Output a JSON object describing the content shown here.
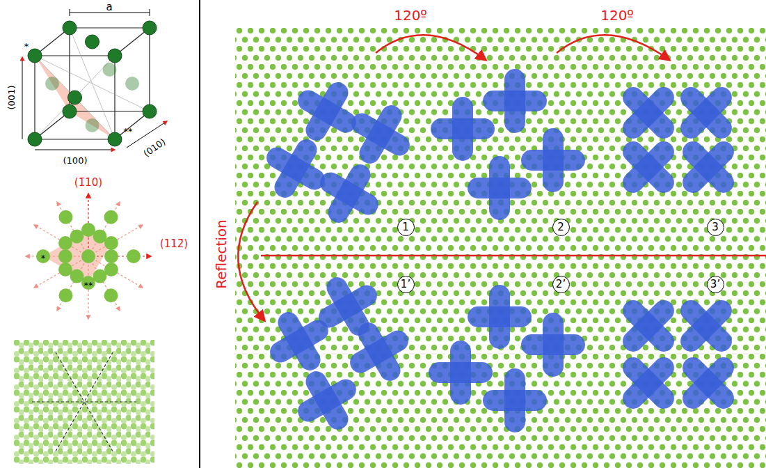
{
  "diagram": {
    "nodes": [
      {
        "text": [
          "1"
        ]
      },
      {
        "text": [
          "2"
        ]
      },
      {
        "text": [
          "3"
        ]
      },
      {
        "text": [
          "1’"
        ]
      },
      {
        "text": [
          "2’"
        ]
      },
      {
        "text": [
          "3’"
        ]
      }
    ],
    "labels": [
      "a",
      "*",
      "(001)",
      "(100)",
      "(010)",
      "**",
      "(1̄10)",
      "(112̄)",
      "*",
      "**",
      "120º",
      "120º",
      "Reflection"
    ]
  }
}
